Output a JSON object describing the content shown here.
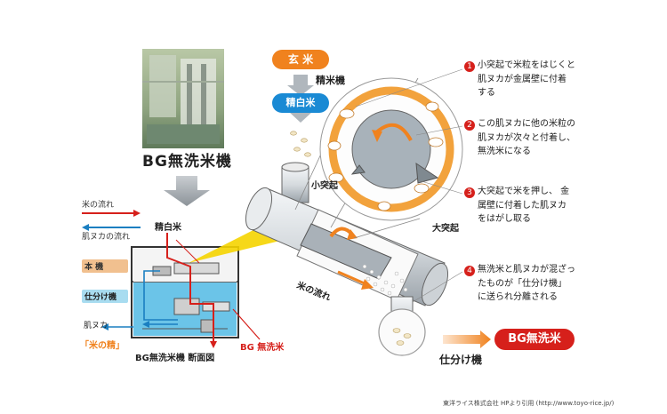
{
  "photo_caption": "BG無洗米機",
  "input": {
    "label": "玄 米",
    "machine": "精米機",
    "output": "精白米"
  },
  "cross_section": {
    "title": "BG無洗米機 断面図",
    "legend": [
      {
        "label": "米の流れ",
        "color": "#d6201b"
      },
      {
        "label": "肌ヌカの流れ",
        "color": "#1a7fc1"
      }
    ],
    "labels": {
      "seihakumai": "精白米",
      "honki": "本 機",
      "shiwakeki": "仕分け機",
      "hadanuka": "肌ヌカ",
      "kome_no_sei": "「米の精」",
      "bg_musenmai": "BG 無洗米"
    }
  },
  "machine": {
    "small_protrusion": "小突起",
    "large_protrusion": "大突起",
    "rice_flow": "米の流れ",
    "separator": "仕分け機"
  },
  "steps": [
    {
      "num": "1",
      "lines": [
        "小突起で米粒をはじくと",
        "肌ヌカが金属壁に付着",
        "する"
      ]
    },
    {
      "num": "2",
      "lines": [
        "この肌ヌカに他の米粒の",
        "肌ヌカが次々と付着し、",
        "無洗米になる"
      ]
    },
    {
      "num": "3",
      "lines": [
        "大突起で米を押し、 金",
        "属壁に付着した肌ヌカ",
        "をはがし取る"
      ]
    },
    {
      "num": "4",
      "lines": [
        "無洗米と肌ヌカが混ざっ",
        "たものが「仕分け機」",
        "に送られ分離される"
      ]
    }
  ],
  "result": "BG無洗米",
  "credit": "東洋ライス株式会社 HPより引用 (http://www.toyo-rice.jp/)",
  "colors": {
    "orange": "#f0821e",
    "blue": "#1a8ad4",
    "red": "#d6201b",
    "yellow": "#f5d400",
    "light_blue": "#6bc4e8"
  }
}
